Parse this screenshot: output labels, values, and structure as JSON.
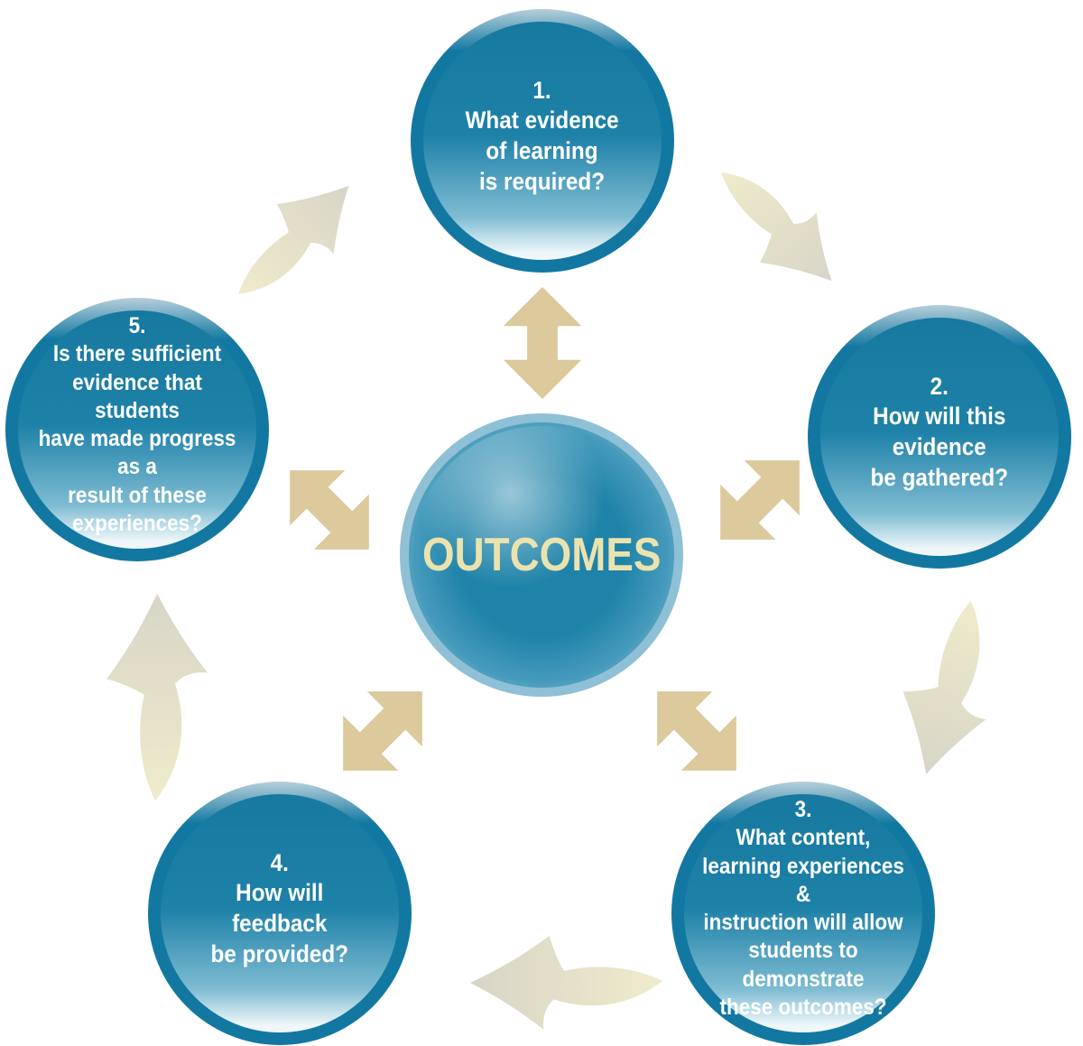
{
  "diagram": {
    "center_label": "OUTCOMES",
    "nodes": [
      {
        "number": "1.",
        "text": "What evidence\nof learning\nis required?"
      },
      {
        "number": "2.",
        "text": "How will this\nevidence\nbe gathered?"
      },
      {
        "number": "3.",
        "text": "What content,\nlearning experiences &\ninstruction will allow\nstudents to demonstrate\nthese outcomes?"
      },
      {
        "number": "4.",
        "text": "How will\nfeedback\nbe provided?"
      },
      {
        "number": "5.",
        "text": "Is there sufficient\nevidence that students\nhave made progress as a\nresult of these\nexperiences?"
      }
    ],
    "arrows": {
      "bidirectional": [
        {
          "name": "bidirectional-arrow-icon-center-node1",
          "direction": "vertical"
        },
        {
          "name": "bidirectional-arrow-icon-center-node2",
          "direction": "diagonal-ne-sw"
        },
        {
          "name": "bidirectional-arrow-icon-center-node3",
          "direction": "diagonal-nw-se"
        },
        {
          "name": "bidirectional-arrow-icon-center-node4",
          "direction": "diagonal-ne-sw"
        },
        {
          "name": "bidirectional-arrow-icon-center-node5",
          "direction": "diagonal-nw-se"
        }
      ],
      "cycle": [
        {
          "name": "curved-arrow-icon-node5-node1",
          "from": "5",
          "to": "1"
        },
        {
          "name": "curved-arrow-icon-node1-node2",
          "from": "1",
          "to": "2"
        },
        {
          "name": "curved-arrow-icon-node2-node3",
          "from": "2",
          "to": "3"
        },
        {
          "name": "curved-arrow-icon-node3-node4",
          "from": "3",
          "to": "4"
        },
        {
          "name": "curved-arrow-icon-node4-node5",
          "from": "4",
          "to": "5"
        }
      ]
    },
    "colors": {
      "node_rim": "#1278A2",
      "node_body": "#1B7CA4",
      "node_body_fade": "#EFF7FA",
      "node_text": "#FFFFFF",
      "center_ring": "#8FC0D6",
      "center_ring_inner": "#4E9FBE",
      "center_body": "#1F83A9",
      "center_body_edge": "#A8D4E4",
      "center_label_color": "#EBE3AE",
      "double_arrow": "#DCC99C",
      "curved_arrow_tail": "#F0EBCB",
      "curved_arrow_head": "#D7D5C7",
      "background": "#FFFFFF"
    }
  }
}
